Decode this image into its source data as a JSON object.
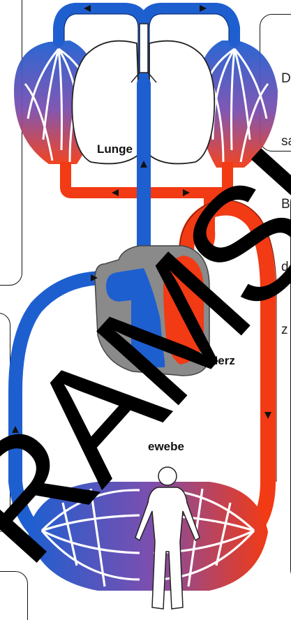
{
  "labels": {
    "lungs": "Lunge",
    "heart": "Herz",
    "tissue": "ewebe"
  },
  "cutoff_text_lines": [
    "D",
    "sa",
    "B",
    "d",
    "z"
  ],
  "watermark": "RAMSI",
  "colors": {
    "oxygen_poor_blood": "#1e5fd0",
    "oxygen_rich_blood": "#f23a14",
    "heart_tissue": "#8a8a8a",
    "watermark": "#000000"
  }
}
